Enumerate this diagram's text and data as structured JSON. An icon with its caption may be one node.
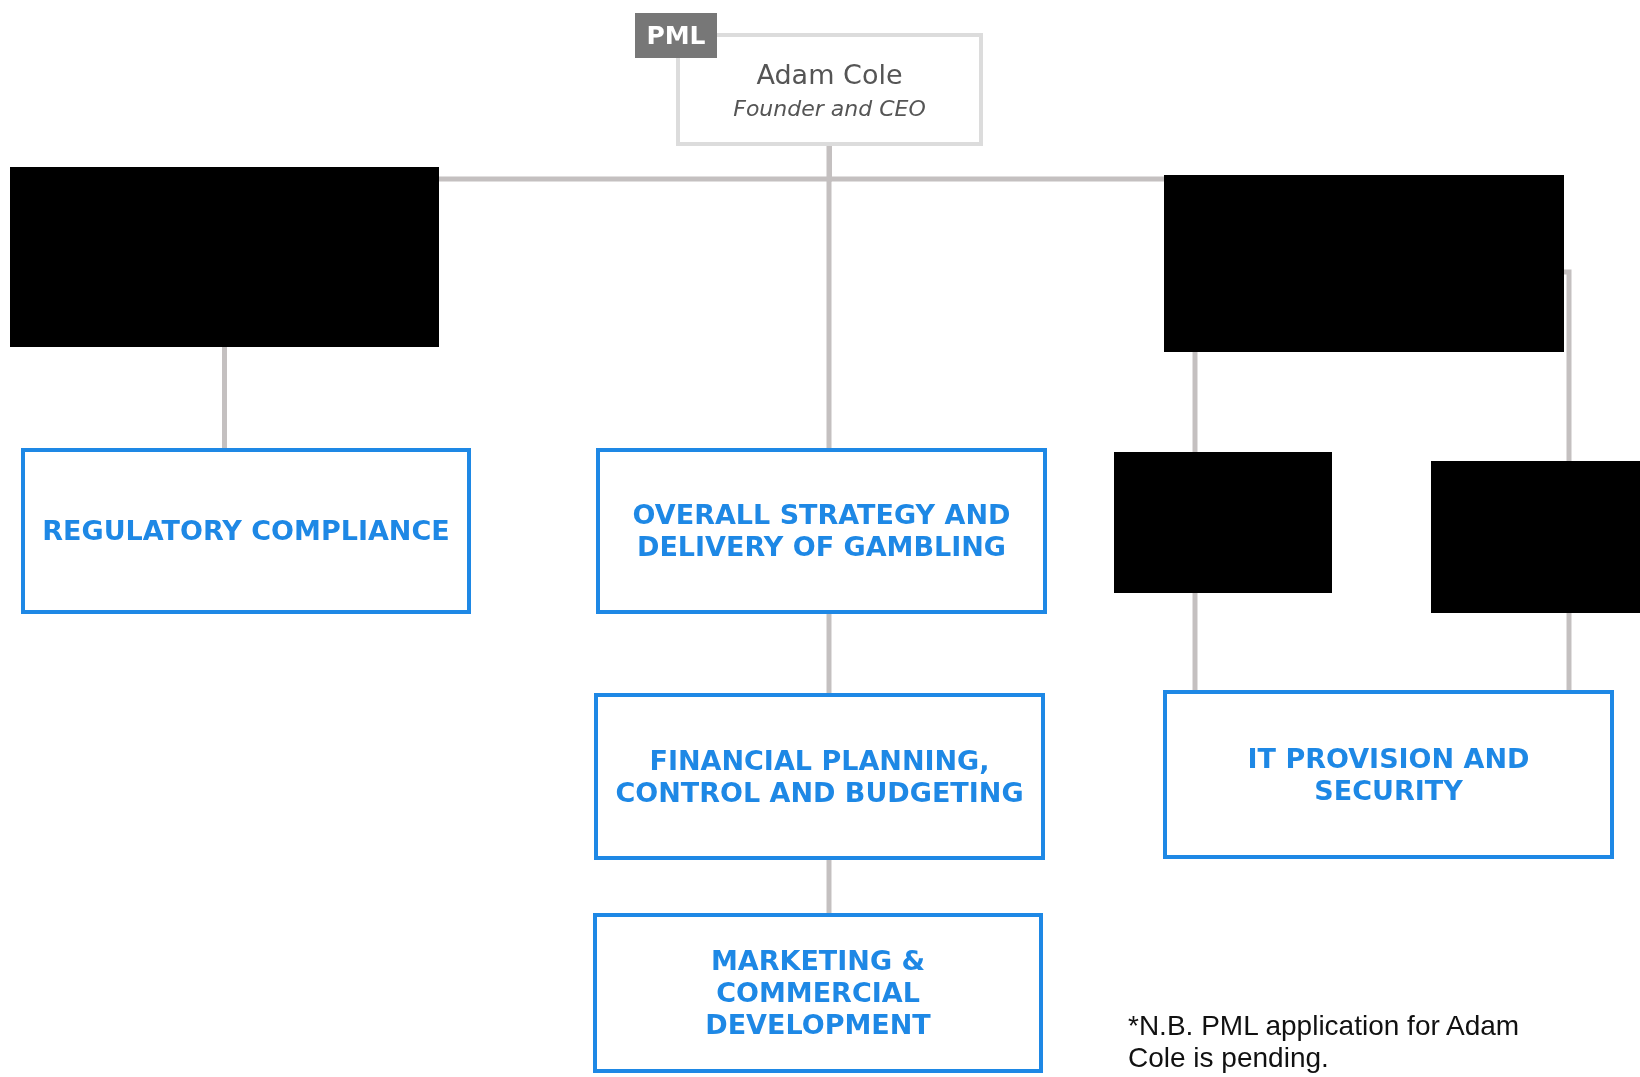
{
  "diagram": {
    "nodes": [
      {
        "text": [
          "PML"
        ]
      },
      {
        "text": [
          "Adam Cole",
          "Founder and CEO"
        ]
      },
      {
        "text": [],
        "shape": "box"
      },
      {
        "text": [],
        "shape": "box"
      },
      {
        "text": [
          "REGULATORY COMPLIANCE"
        ]
      },
      {
        "text": [
          "OVERALL STRATEGY AND DELIVERY OF GAMBLING"
        ]
      },
      {
        "text": [],
        "shape": "box"
      },
      {
        "text": [],
        "shape": "box"
      },
      {
        "text": [
          "FINANCIAL PLANNING, CONTROL AND BUDGETING"
        ]
      },
      {
        "text": [
          "IT PROVISION AND SECURITY"
        ]
      },
      {
        "text": [
          "MARKETING & COMMERCIAL DEVELOPMENT"
        ]
      }
    ],
    "edges": [
      {
        "from": 1,
        "to": 2,
        "arrow": "none"
      },
      {
        "from": 1,
        "to": 3,
        "arrow": "none"
      },
      {
        "from": 1,
        "to": 5,
        "arrow": "none"
      },
      {
        "from": 2,
        "to": 4,
        "arrow": "none"
      },
      {
        "from": 5,
        "to": 8,
        "arrow": "none"
      },
      {
        "from": 8,
        "to": 10,
        "arrow": "none"
      },
      {
        "from": 3,
        "to": 6,
        "arrow": "none"
      },
      {
        "from": 6,
        "to": 9,
        "arrow": "none"
      },
      {
        "from": 3,
        "to": 7,
        "arrow": "none"
      },
      {
        "from": 7,
        "to": 9,
        "arrow": "none"
      }
    ],
    "labels": [
      "*N.B. PML application for Adam Cole is pending."
    ]
  }
}
